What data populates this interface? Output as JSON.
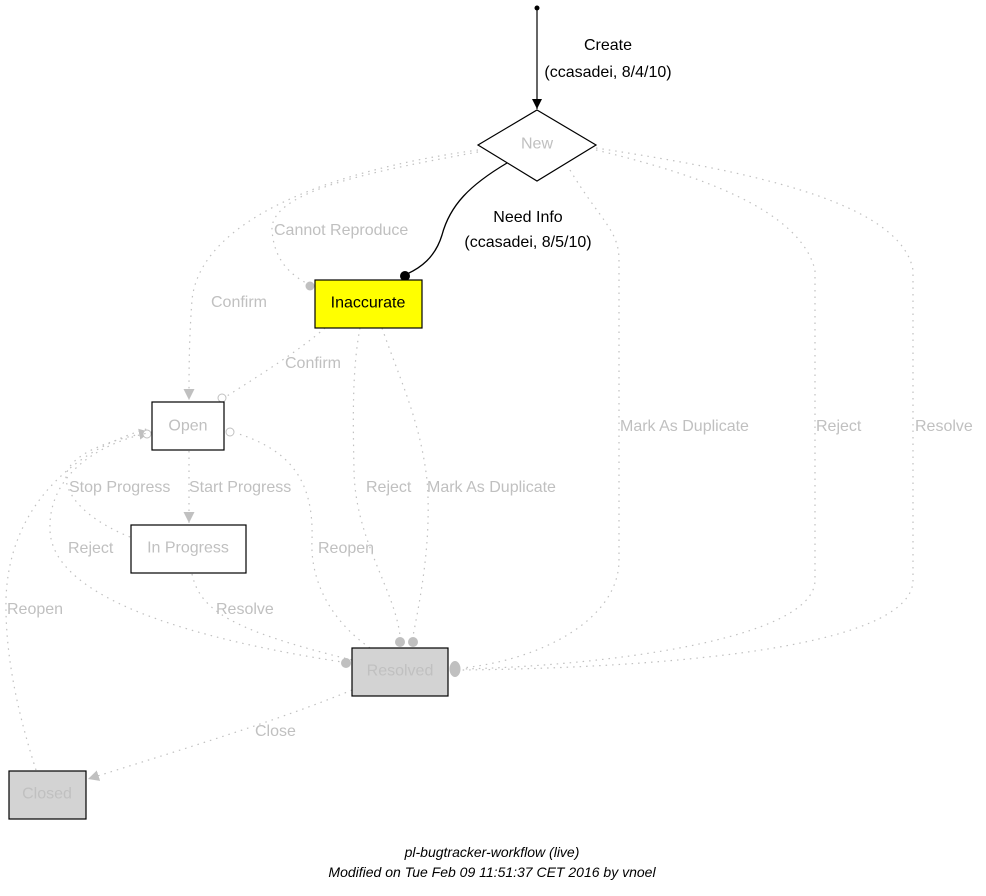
{
  "colors": {
    "active": "#000000",
    "inactive": "#c0c0c0",
    "current_fill": "#ffff00",
    "final_fill": "#d3d3d3",
    "node_border": "#000000",
    "background": "#ffffff"
  },
  "nodes": [
    {
      "id": "new",
      "label": "New",
      "shape": "diamond",
      "state": "inactive"
    },
    {
      "id": "inaccurate",
      "label": "Inaccurate",
      "shape": "box",
      "state": "current"
    },
    {
      "id": "open",
      "label": "Open",
      "shape": "box",
      "state": "inactive"
    },
    {
      "id": "in-progress",
      "label": "In Progress",
      "shape": "box",
      "state": "inactive"
    },
    {
      "id": "resolved",
      "label": "Resolved",
      "shape": "box",
      "state": "final"
    },
    {
      "id": "closed",
      "label": "Closed",
      "shape": "box",
      "state": "final"
    }
  ],
  "edges": [
    {
      "id": "create",
      "from": "start",
      "to": "new",
      "label": "Create",
      "sublabel": "(ccasadei, 8/4/10)",
      "active": true
    },
    {
      "id": "need-info",
      "from": "new",
      "to": "inaccurate",
      "label": "Need Info",
      "sublabel": "(ccasadei, 8/5/10)",
      "active": true
    },
    {
      "id": "cannot-reproduce",
      "from": "new",
      "to": "inaccurate",
      "label": "Cannot Reproduce",
      "active": false
    },
    {
      "id": "confirm-new",
      "from": "new",
      "to": "open",
      "label": "Confirm",
      "active": false
    },
    {
      "id": "confirm-inaccurate",
      "from": "inaccurate",
      "to": "open",
      "label": "Confirm",
      "active": false
    },
    {
      "id": "mark-duplicate-new",
      "from": "new",
      "to": "resolved",
      "label": "Mark As Duplicate",
      "active": false
    },
    {
      "id": "reject-new",
      "from": "new",
      "to": "resolved",
      "label": "Reject",
      "active": false
    },
    {
      "id": "resolve-new",
      "from": "new",
      "to": "resolved",
      "label": "Resolve",
      "active": false
    },
    {
      "id": "reject-inaccurate",
      "from": "inaccurate",
      "to": "resolved",
      "label": "Reject",
      "active": false
    },
    {
      "id": "mark-duplicate-inaccurate",
      "from": "inaccurate",
      "to": "resolved",
      "label": "Mark As Duplicate",
      "active": false
    },
    {
      "id": "stop-progress",
      "from": "in-progress",
      "to": "open",
      "label": "Stop Progress",
      "active": false
    },
    {
      "id": "start-progress",
      "from": "open",
      "to": "in-progress",
      "label": "Start Progress",
      "active": false
    },
    {
      "id": "reject-open",
      "from": "open",
      "to": "resolved",
      "label": "Reject",
      "active": false
    },
    {
      "id": "reopen-resolved",
      "from": "resolved",
      "to": "open",
      "label": "Reopen",
      "active": false
    },
    {
      "id": "resolve-in-progress",
      "from": "in-progress",
      "to": "resolved",
      "label": "Resolve",
      "active": false
    },
    {
      "id": "reopen-closed",
      "from": "closed",
      "to": "open",
      "label": "Reopen",
      "active": false
    },
    {
      "id": "close",
      "from": "resolved",
      "to": "closed",
      "label": "Close",
      "active": false
    }
  ],
  "footer": {
    "title": "pl-bugtracker-workflow (live)",
    "modified": "Modified on Tue Feb 09 11:51:37 CET 2016 by vnoel"
  }
}
